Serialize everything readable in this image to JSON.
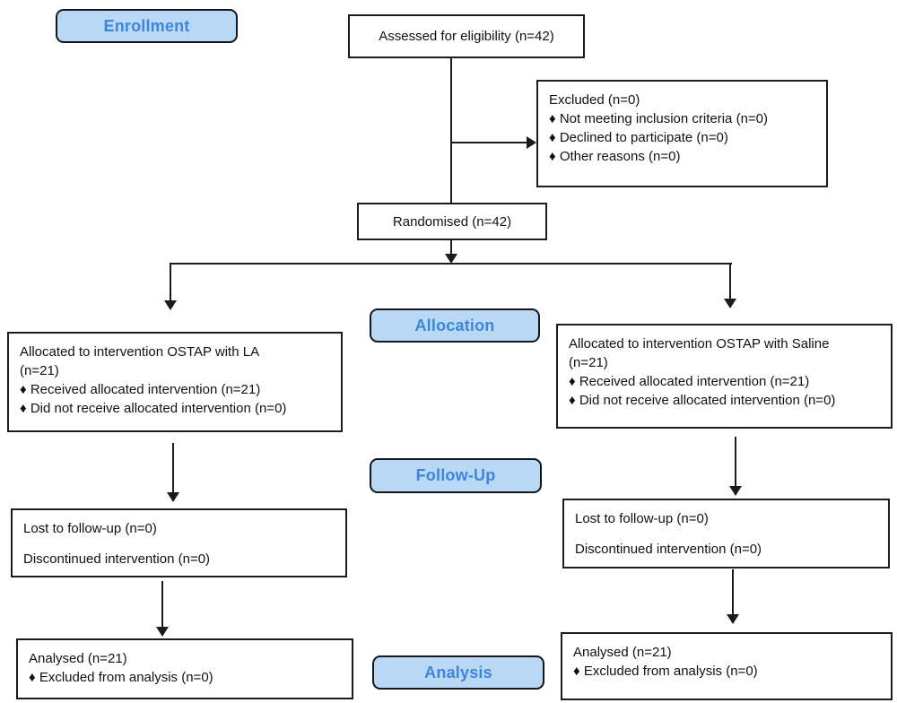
{
  "diagram": "CONSORT participant flow diagram",
  "colors": {
    "stage_label_fill": "#b9d8f4",
    "stage_label_text": "#3e86dc",
    "stage_label_border": "#15151f",
    "box_border": "#1c1c1c",
    "box_fill": "#ffffff",
    "line": "#1b1b1b",
    "text": "#111111"
  },
  "stages": {
    "enrollment": "Enrollment",
    "allocation": "Allocation",
    "followup": "Follow-Up",
    "analysis": "Analysis"
  },
  "boxes": {
    "assessed": {
      "text": "Assessed for eligibility (n=42)"
    },
    "excluded": {
      "title": "Excluded (n=0)",
      "items": [
        "♦ Not meeting inclusion criteria (n=0)",
        "♦ Declined to participate (n=0)",
        "♦ Other reasons (n=0)"
      ]
    },
    "randomised": {
      "text": "Randomised (n=42)"
    },
    "allocation_left": {
      "title_line1": "Allocated to intervention OSTAP with LA",
      "title_line2": "(n=21)",
      "items": [
        "♦ Received allocated intervention (n=21)",
        "♦ Did not receive allocated intervention (n=0)"
      ]
    },
    "allocation_right": {
      "title_line1": "Allocated to intervention OSTAP with Saline",
      "title_line2": "(n=21)",
      "items": [
        "♦ Received allocated intervention (n=21)",
        "♦ Did not receive allocated intervention (n=0)"
      ]
    },
    "followup_left": {
      "line1": "Lost to follow-up (n=0)",
      "line2": "Discontinued intervention (n=0)"
    },
    "followup_right": {
      "line1": "Lost to follow-up (n=0)",
      "line2": "Discontinued intervention (n=0)"
    },
    "analysis_left": {
      "title": "Analysed (n=21)",
      "items": [
        "♦ Excluded from analysis (n=0)"
      ]
    },
    "analysis_right": {
      "title": "Analysed (n=21)",
      "items": [
        "♦ Excluded from analysis (n=0)"
      ]
    }
  }
}
